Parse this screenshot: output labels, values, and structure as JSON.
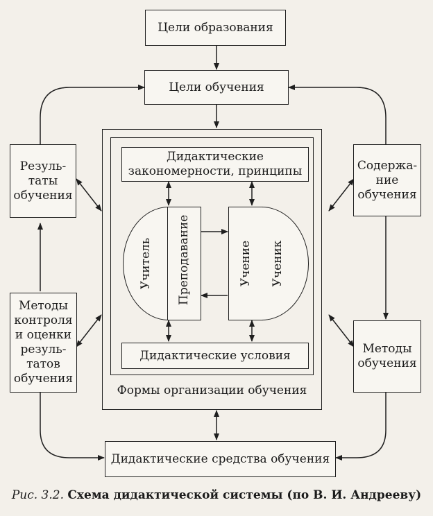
{
  "boxes": {
    "goals_education": "Цели образования",
    "goals_learning": "Цели обучения",
    "results": "Резуль-\nтаты\nобучения",
    "content": "Содержа-\nние\nобучения",
    "control_methods": "Методы\nконтроля\nи оценки\nрезуль-\nтатов\nобучения",
    "teaching_methods": "Методы\nобучения",
    "regularities": "Дидактические\nзакономерности, принципы",
    "conditions": "Дидактические условия",
    "means": "Дидактические средства обучения"
  },
  "inner": {
    "teacher": "Учитель",
    "teaching": "Преподавание",
    "learning": "Учение",
    "student": "Ученик"
  },
  "forms_label": "Формы организации обучения",
  "caption": {
    "figure": "Рис. 3.2.",
    "title": "Схема дидактической системы (по В. И. Андрееву)"
  }
}
